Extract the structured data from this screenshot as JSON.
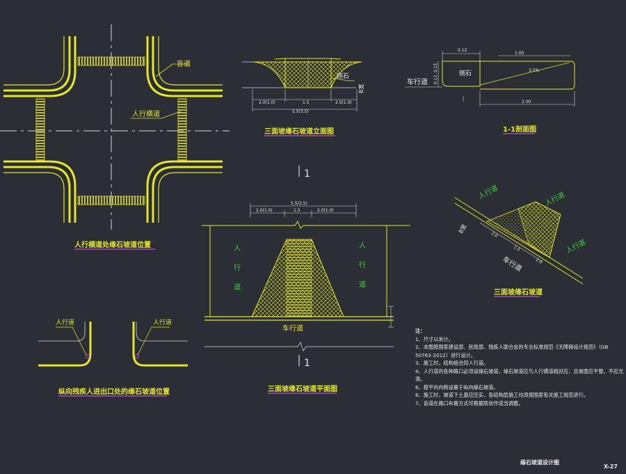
{
  "labels": {
    "blind_path": "盲道",
    "sidewalk_crossing": "人行横道",
    "plan_title_crossing": "人行横道处缘石坡道位置",
    "elev_title": "三面坡缘石坡道立面图",
    "curb": "侧石",
    "section_title": "1-1剖面图",
    "carriageway": "车行道",
    "sidewalk": "人行道",
    "sidewalk_v": [
      "人",
      "行",
      "道"
    ],
    "plan_title_ramp": "三面坡缘石坡道平面图",
    "iso_title": "三面坡缘石坡道",
    "entrance_title": "纵向残疾人进出口处的缘石坡道位置",
    "section_mark": "1",
    "width_dim": "B宽"
  },
  "dims": {
    "elev_left": "2.0(1.0)",
    "elev_mid": "1.5",
    "elev_right": "2.0(1.0)",
    "elev_total": "5.5(3.5)",
    "plan_total": "5.5(3.5)",
    "plan_left": "2.0(1.0)",
    "plan_mid": "1.5",
    "plan_right": "2.0(1.0)",
    "sec_top": "0.12",
    "sec_len": "1.00",
    "sec_slope": "3.5%",
    "sec_h1": "0.12",
    "sec_h2": "0.15",
    "sec_bottom": "2.00",
    "iso_a": "2.0",
    "iso_b": "1.5",
    "iso_c": "2.0"
  },
  "notes": {
    "heading": "注：",
    "items": [
      "1、尺寸以米计。",
      "2、本图按国家建设部、民政部、残疾人联合会的专业标准规范《无障碍设计规范》（GB 50763-2012）进行设计。",
      "3、施工时，结构组合同人行道。",
      "4、人行道的各种路口必须设缘石坡道，缘石坡道应与人行横道相对应，且坡面应平整，不应光滑。",
      "6、按平向内侧设置于纵向缘石坡道。",
      "6、施工时，坡道下土基应压实，各结构层施工均须按国家有关施工规范进行。",
      "7、盲道在路口布置方式可根据现状作适当调整。"
    ]
  },
  "footer": {
    "title": "缘石坡道设计图",
    "sheet": "X-27"
  },
  "colors": {
    "background": "#2b2f35",
    "line_yellow": "#e6e62a",
    "text_green": "#3cd23c",
    "underline_magenta": "#c24fd6",
    "white": "#e8e8e8"
  }
}
